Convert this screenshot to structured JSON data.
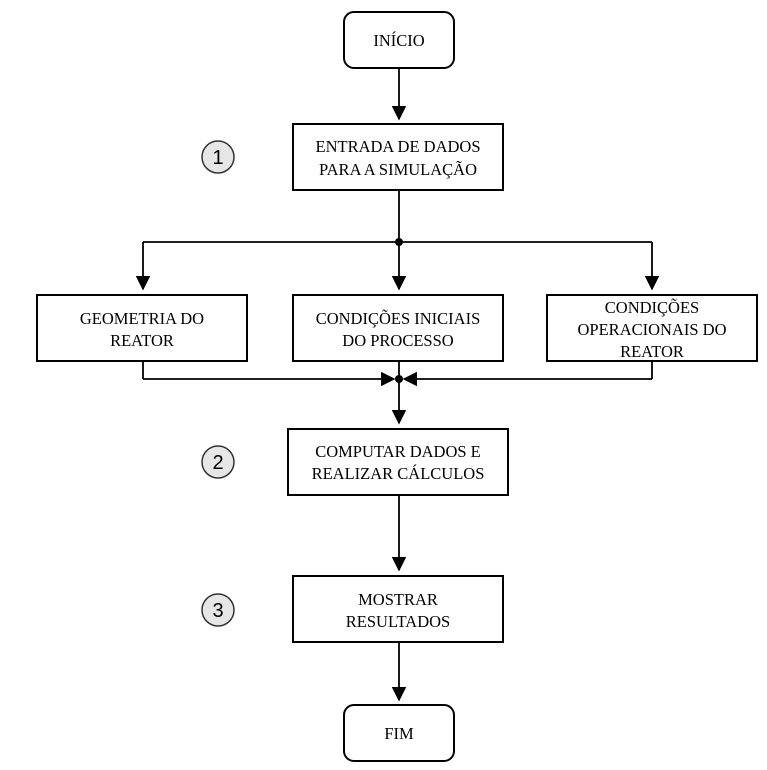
{
  "nodes": {
    "start": {
      "lines": [
        "INÍCIO"
      ]
    },
    "input": {
      "lines": [
        "ENTRADA DE DADOS",
        "PARA A SIMULAÇÃO"
      ]
    },
    "geometry": {
      "lines": [
        "GEOMETRIA DO",
        "REATOR"
      ]
    },
    "initial_conditions": {
      "lines": [
        "CONDIÇÕES INICIAIS",
        "DO PROCESSO"
      ]
    },
    "operational_conditions": {
      "lines": [
        "CONDIÇÕES",
        "OPERACIONAIS DO",
        "REATOR"
      ]
    },
    "compute": {
      "lines": [
        "COMPUTAR DADOS E",
        "REALIZAR CÁLCULOS"
      ]
    },
    "results": {
      "lines": [
        "MOSTRAR",
        "RESULTADOS"
      ]
    },
    "end": {
      "lines": [
        "FIM"
      ]
    }
  },
  "step_markers": [
    "1",
    "2",
    "3"
  ],
  "colors": {
    "line": "#000000",
    "marker_fill": "#e6e6e6"
  }
}
